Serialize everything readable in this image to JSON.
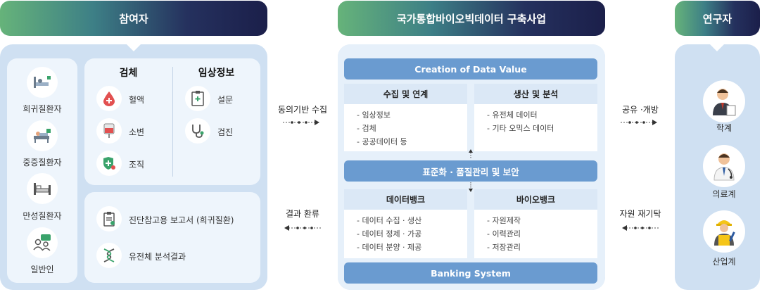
{
  "headers": {
    "left": "참여자",
    "center": "국가통합바이오빅데이터 구축사업",
    "right": "연구자"
  },
  "participants": [
    {
      "label": "희귀질환자",
      "icon": "hospital-bed-icon"
    },
    {
      "label": "중증질환자",
      "icon": "patient-bed-icon"
    },
    {
      "label": "만성질환자",
      "icon": "bed-icon"
    },
    {
      "label": "일반인",
      "icon": "people-chat-icon"
    }
  ],
  "specimen": {
    "title": "검체",
    "items": [
      {
        "label": "혈액",
        "icon": "blood-drop-icon"
      },
      {
        "label": "소변",
        "icon": "urine-bag-icon"
      },
      {
        "label": "조직",
        "icon": "tissue-shield-icon"
      }
    ]
  },
  "clinical": {
    "title": "임상정보",
    "items": [
      {
        "label": "설문",
        "icon": "clipboard-icon"
      },
      {
        "label": "검진",
        "icon": "stethoscope-icon"
      }
    ]
  },
  "results": [
    {
      "label": "진단참고용 보고서 (희귀질환)",
      "icon": "report-icon"
    },
    {
      "label": "유전체 분석결과",
      "icon": "dna-icon"
    }
  ],
  "arrows": {
    "consent": "동의기반 수집",
    "return": "결과 환류",
    "share": "공유 ·개방",
    "resource": "자원 재기탁"
  },
  "center": {
    "top_bar": "Creation of Data Value",
    "collect": {
      "title": "수집 및 연계",
      "items": [
        "- 임상정보",
        "- 검체",
        "- 공공데이터 등"
      ]
    },
    "produce": {
      "title": "생산 및 분석",
      "items": [
        "- 유전체 데이터",
        "- 기타 오믹스 데이터"
      ]
    },
    "middle_bar": "표준화 · 품질관리 및 보안",
    "databank": {
      "title": "데이터뱅크",
      "items": [
        "- 데이터 수집 · 생산",
        "- 데이터 정제 · 가공",
        "- 데이터 분양 · 제공"
      ]
    },
    "biobank": {
      "title": "바이오뱅크",
      "items": [
        "- 자원제작",
        "- 이력관리",
        "- 저장관리"
      ]
    },
    "bottom_bar": "Banking System"
  },
  "researchers": [
    {
      "label": "학계",
      "icon": "academic-person-icon"
    },
    {
      "label": "의료계",
      "icon": "doctor-icon"
    },
    {
      "label": "산업계",
      "icon": "worker-icon"
    }
  ]
}
